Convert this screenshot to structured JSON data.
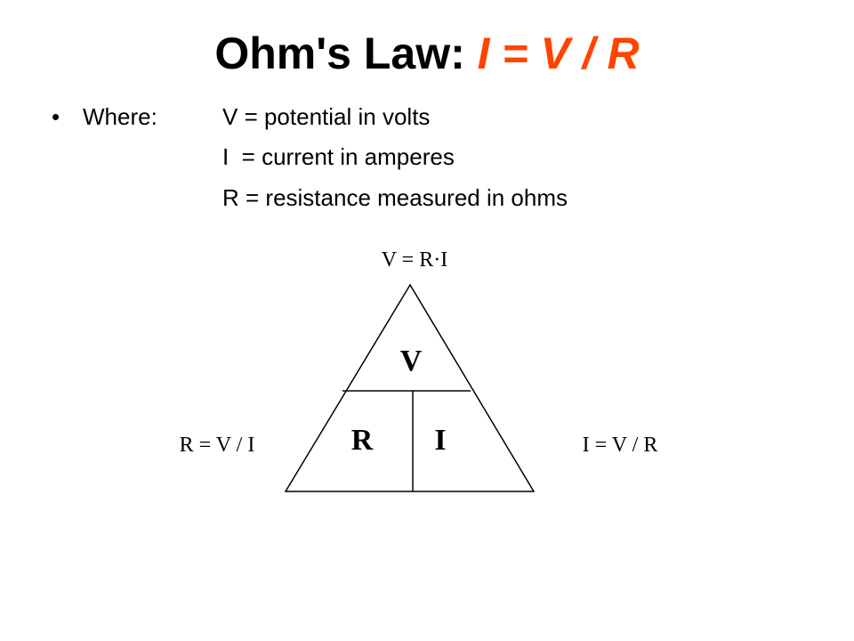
{
  "title": {
    "prefix": "Ohm's Law: ",
    "formula": "I = V / R",
    "formula_color": "#ff4400"
  },
  "definitions": {
    "bullet": "•",
    "label": "Where:",
    "items": [
      "V = potential in volts",
      "I  = current in amperes",
      "R = resistance measured in ohms"
    ]
  },
  "triangle": {
    "top_label": "V",
    "bottom_left_label": "R",
    "bottom_right_label": "I",
    "formula_top": "V = R·I",
    "formula_left": "R = V / I",
    "formula_right": "I = V / R"
  }
}
